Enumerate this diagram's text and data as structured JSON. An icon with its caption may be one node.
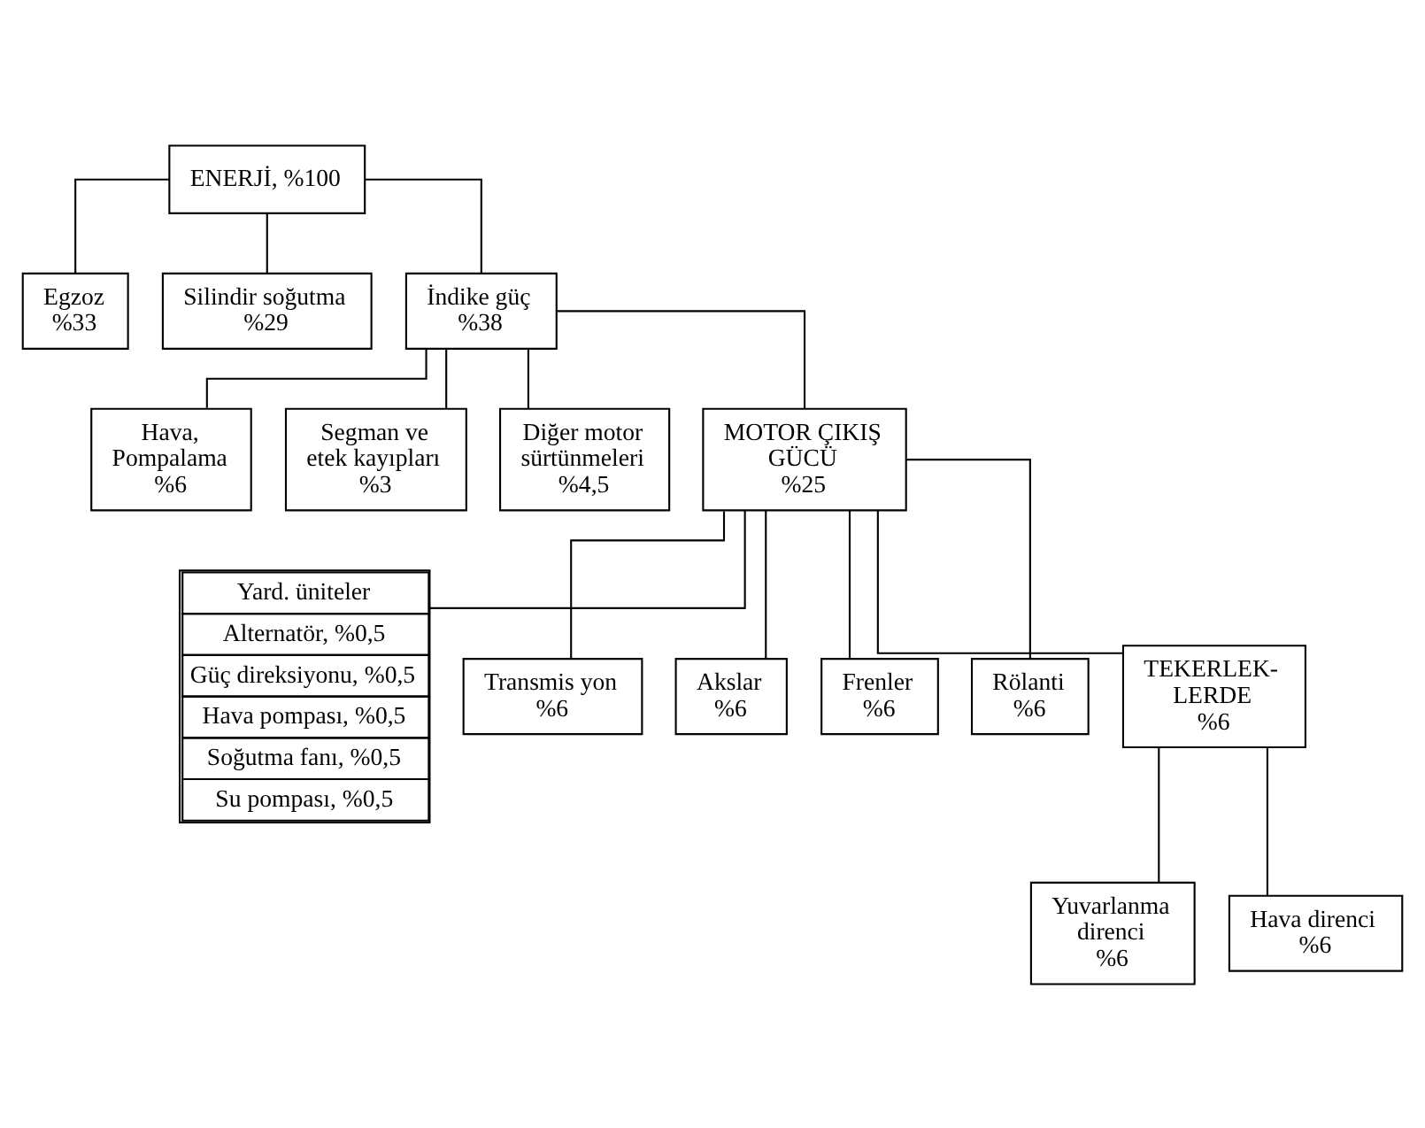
{
  "diagram": {
    "nodes": [
      {
        "text": [
          "ENERJİ, %100"
        ]
      },
      {
        "text": [
          "Egzoz",
          "%33"
        ]
      },
      {
        "text": [
          "Silindir soğutma",
          "%29"
        ]
      },
      {
        "text": [
          "İndike güç",
          "%38"
        ]
      },
      {
        "text": [
          "Hava, Pompalama",
          "%6"
        ]
      },
      {
        "text": [
          "Segman ve etek kayıpları",
          "%3"
        ]
      },
      {
        "text": [
          "Diğer motor sürtünmeleri",
          "%4,5"
        ]
      },
      {
        "text": [
          "MOTOR ÇIKIŞ GÜCÜ",
          "%25"
        ]
      },
      {
        "text": [
          "Yard. üniteler",
          "Alternatör, %0,5",
          "Güç direksiyonu, %0,5",
          "Hava pompası, %0,5",
          "Soğutma fanı, %0,5",
          "Su pompası, %0,5"
        ]
      },
      {
        "text": [
          "Transmis yon %6"
        ]
      },
      {
        "text": [
          "Akslar",
          "%6"
        ]
      },
      {
        "text": [
          "Frenler",
          "%6"
        ]
      },
      {
        "text": [
          "Rölanti",
          "%6"
        ]
      },
      {
        "text": [
          "TEKERLEK- LERDE",
          "%6"
        ]
      },
      {
        "text": [
          "Yuvarlanma direnci",
          "%6"
        ]
      },
      {
        "text": [
          "Hava direnci",
          "%6"
        ]
      }
    ],
    "edges": [
      {
        "from": 0,
        "to": 1,
        "arrow": "none"
      },
      {
        "from": 0,
        "to": 2,
        "arrow": "none"
      },
      {
        "from": 0,
        "to": 3,
        "arrow": "none"
      },
      {
        "from": 3,
        "to": 4,
        "arrow": "none"
      },
      {
        "from": 3,
        "to": 5,
        "arrow": "none"
      },
      {
        "from": 3,
        "to": 6,
        "arrow": "none"
      },
      {
        "from": 3,
        "to": 7,
        "arrow": "none"
      },
      {
        "from": 7,
        "to": 8,
        "arrow": "none"
      },
      {
        "from": 7,
        "to": 9,
        "arrow": "none"
      },
      {
        "from": 7,
        "to": 10,
        "arrow": "none"
      },
      {
        "from": 7,
        "to": 11,
        "arrow": "none"
      },
      {
        "from": 7,
        "to": 12,
        "arrow": "none"
      },
      {
        "from": 7,
        "to": 13,
        "arrow": "none"
      },
      {
        "from": 13,
        "to": 14,
        "arrow": "none"
      },
      {
        "from": 13,
        "to": 15,
        "arrow": "none"
      }
    ]
  }
}
